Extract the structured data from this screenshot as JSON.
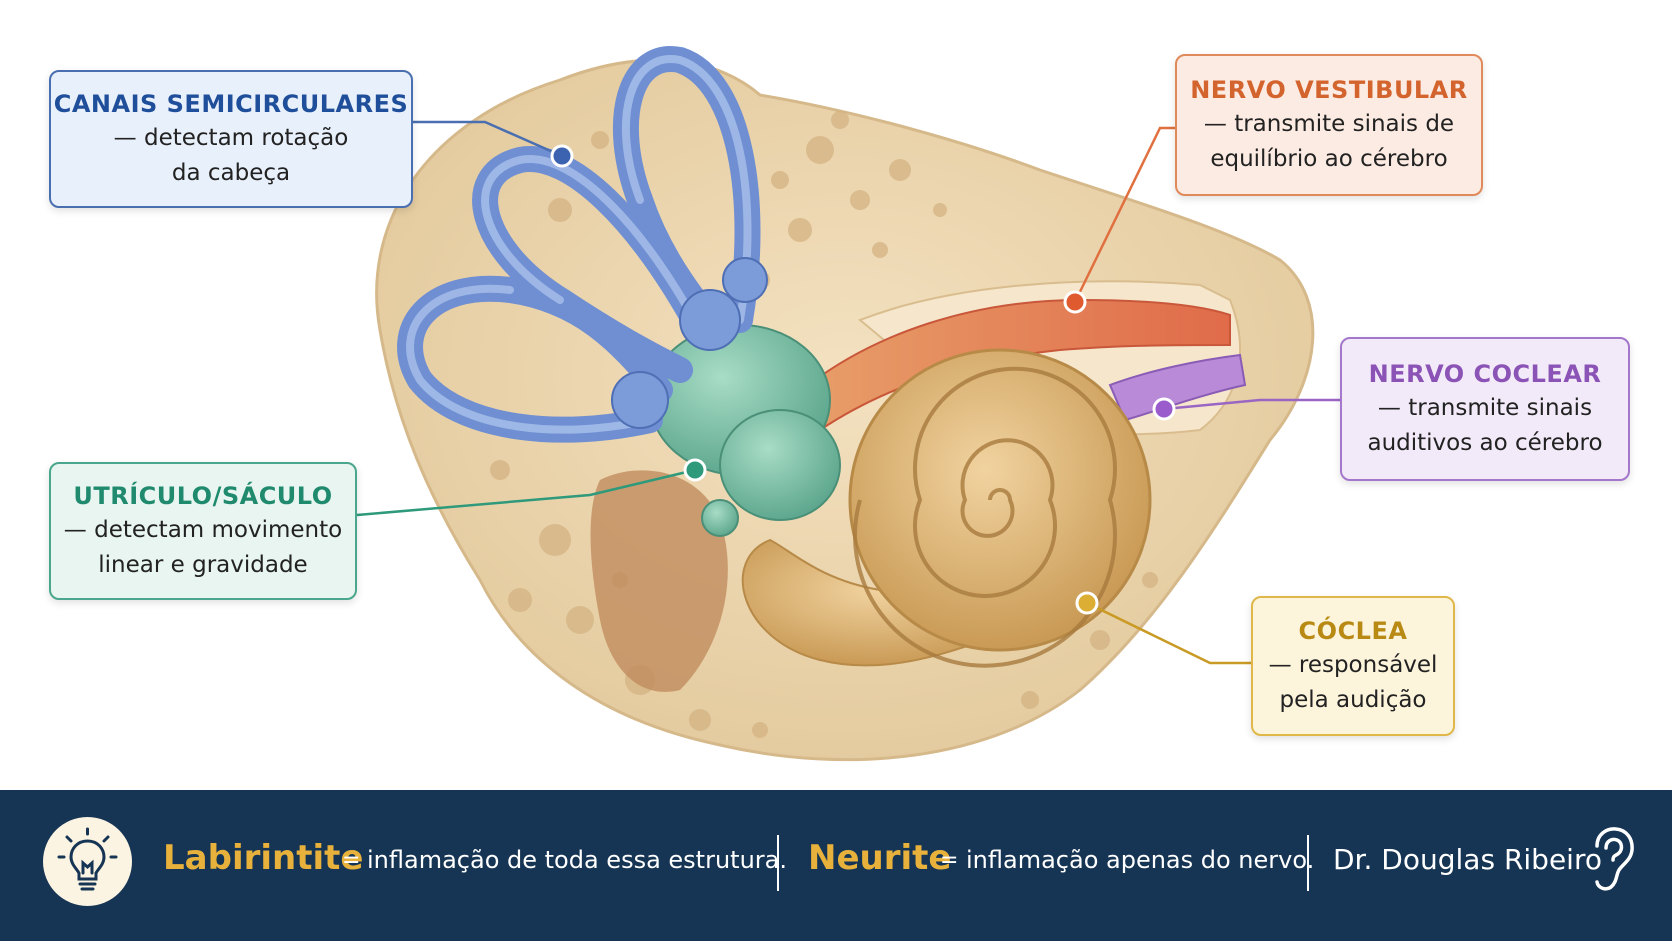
{
  "callouts": {
    "canais": {
      "title": "CANAIS SEMICIRCULARES",
      "desc": "— detectam rotação\nda cabeça",
      "color": "#4a6fb0"
    },
    "utriculo": {
      "title": "UTRÍCULO/SÁCULO",
      "desc": "— detectam movimento\nlinear e gravidade",
      "color": "#4aa78d"
    },
    "vestibular": {
      "title": "NERVO VESTIBULAR",
      "desc": "— transmite sinais de\nequilíbrio ao cérebro",
      "color": "#e08a5c"
    },
    "coclear": {
      "title": "NERVO COCLEAR",
      "desc": "— transmite sinais\nauditivos ao cérebro",
      "color": "#a477cc"
    },
    "coclea": {
      "title": "CÓCLEA",
      "desc": "— responsável\npela audição",
      "color": "#e0b84a"
    }
  },
  "footer": {
    "background": "#163453",
    "icon": "lightbulb-icon",
    "labirintite": {
      "term": "Labirintite",
      "equals": "=",
      "desc": "inflamação de toda essa estrutura."
    },
    "neurite": {
      "term": "Neurite",
      "equals": "=",
      "desc": "inflamação apenas do nervo."
    },
    "author": "Dr. Douglas Ribeiro",
    "author_icon": "ear-icon"
  }
}
